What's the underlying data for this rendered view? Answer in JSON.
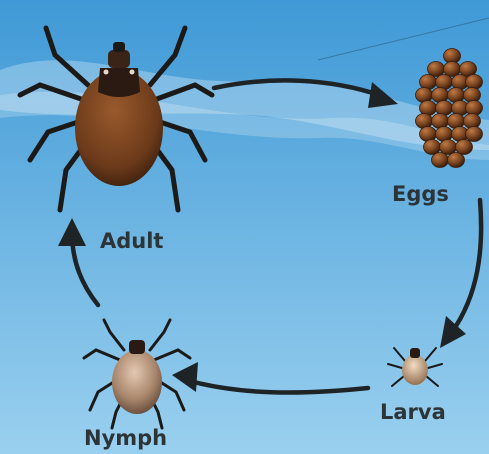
{
  "diagram": {
    "stages": {
      "adult": "Adult",
      "eggs": "Eggs",
      "larva": "Larva",
      "nymph": "Nymph"
    }
  },
  "colors": {
    "sky_top": "#3f99d6",
    "sky_bottom": "#9ad0ef",
    "arrow": "#1e2326",
    "label": "#2c3437",
    "tick_body": "#6b3a1a",
    "egg": "#7a4420"
  }
}
